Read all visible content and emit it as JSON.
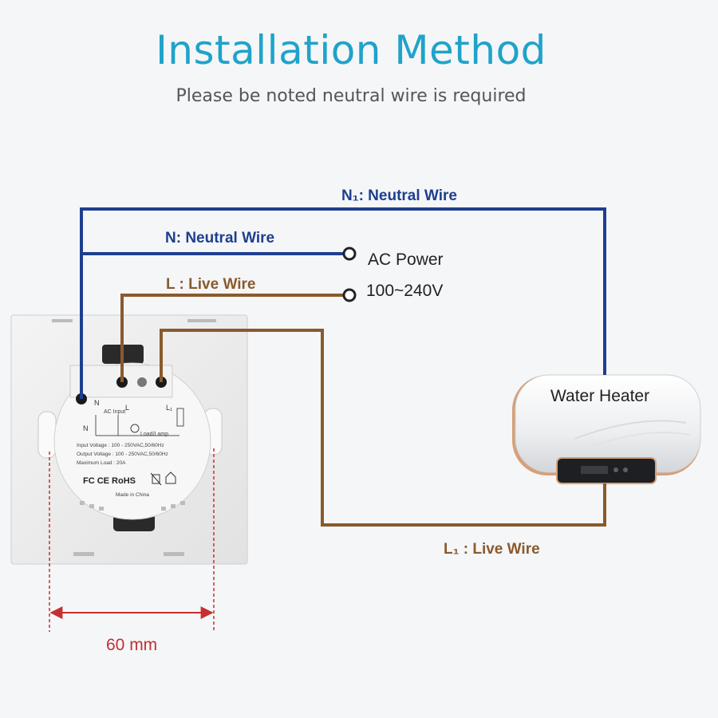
{
  "header": {
    "title": "Installation Method",
    "subtitle": "Please be noted neutral wire is required"
  },
  "wires": {
    "n1_label": "N₁: Neutral Wire",
    "n_label": "N: Neutral Wire",
    "l_label": "L : Live Wire",
    "l1_label": "L₁ : Live Wire"
  },
  "power": {
    "line1": "AC Power",
    "line2": "100~240V"
  },
  "appliance": {
    "label": "Water Heater"
  },
  "switch_back": {
    "terminal_n": "N",
    "terminal_l": "L",
    "terminal_l1": "L₁",
    "terminal_n_bottom": "N",
    "ac_input": "AC Input",
    "load_lamp": "Load/Lamp",
    "spec_input": "Input Voltage : 100 - 250VAC,50/60Hz",
    "spec_output": "Output Voltage : 100 - 250VAC,50/60Hz",
    "spec_load": "Maximum Load : 20A",
    "certs": "FC CE RoHS",
    "made_in": "Made in China"
  },
  "dimension": {
    "label": "60 mm"
  },
  "colors": {
    "title": "#1fa3c9",
    "neutral_wire": "#1e3f8f",
    "live_wire": "#8a5a2c",
    "dimension": "#c43030"
  }
}
